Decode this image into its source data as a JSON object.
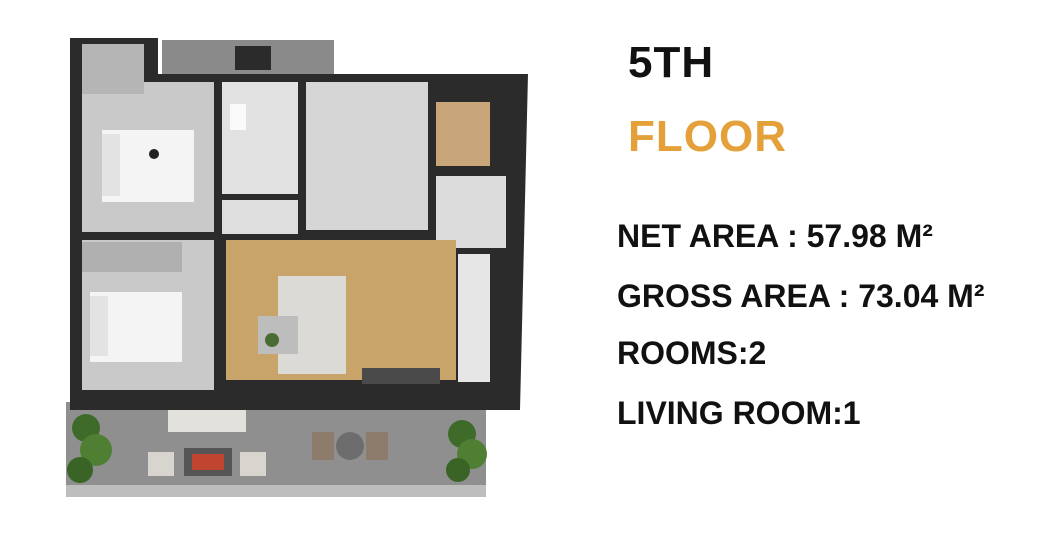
{
  "floor": {
    "number": "5TH",
    "word": "FLOOR"
  },
  "stats": {
    "net_area": "NET AREA : 57.98 M²",
    "gross_area": "GROSS AREA : 73.04 M²",
    "rooms": "ROOMS:2",
    "living_room": "LIVING ROOM:1"
  },
  "colors": {
    "accent": "#e4a13a",
    "wall": "#2b2b2b",
    "floor_tile": "#d9d9d9",
    "wood": "#c9a46a",
    "terrace": "#8e8e8e"
  }
}
